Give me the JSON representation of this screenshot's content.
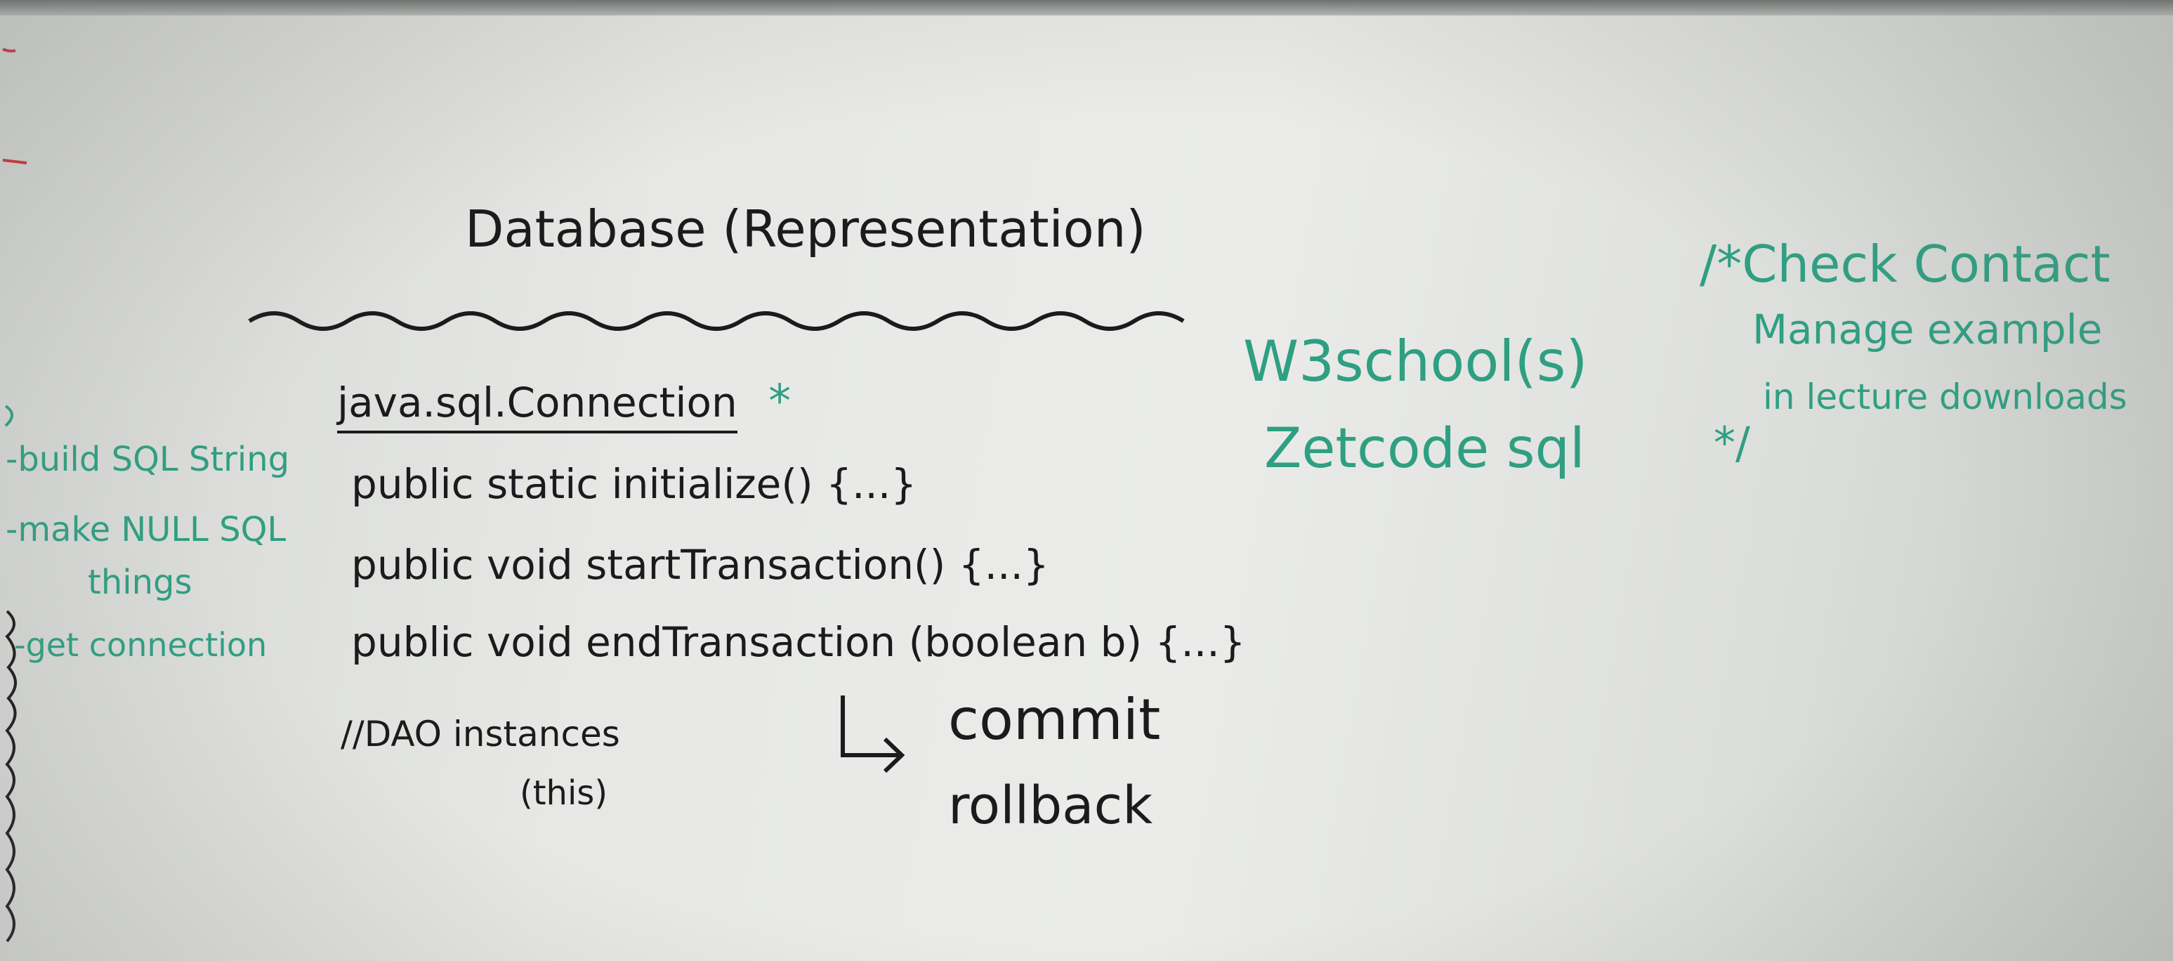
{
  "whiteboard": {
    "title": "Database (Representation)",
    "class_line": "java.sql.Connection",
    "star": "*",
    "methods": [
      "public static initialize() {...}",
      "public void startTransaction() {...}",
      "public void endTransaction (boolean b) {...}"
    ],
    "dao_comment": "//DAO instances",
    "this_note": "(this)",
    "commit": "commit",
    "rollback": "rollback",
    "left_notes": [
      "-build SQL String",
      "-make NULL SQL",
      "things",
      "-get connection"
    ],
    "references": [
      "W3school(s)",
      "Zetcode sql"
    ],
    "comment_lines": [
      "/*Check Contact",
      "Manage example",
      "in lecture downloads",
      "*/"
    ]
  },
  "colors": {
    "black_marker": "#1b1b1d",
    "green_marker": "#2f9f82",
    "red_marker": "#c8333a"
  }
}
